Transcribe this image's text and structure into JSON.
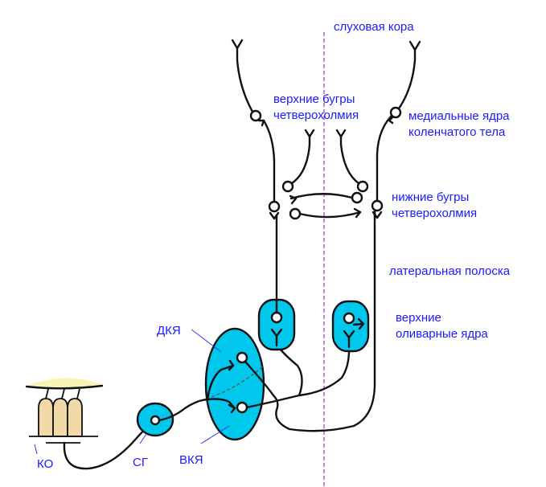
{
  "diagram": {
    "title": "Схема слухового пути",
    "colors": {
      "label": "#1a1aff",
      "nucleus_fill": "#00c8ec",
      "midline": "#b040d0",
      "tectorial_membrane": "#fbf2b8",
      "hair_cells": "#f2d9a8",
      "nerve": "#111111"
    },
    "labels": {
      "auditory_cortex": "слуховая кора",
      "superior_colliculi_1": "верхние бугры",
      "superior_colliculi_2": "четверохолмия",
      "medial_geniculate_1": "медиальные ядра",
      "medial_geniculate_2": "коленчатого тела",
      "inferior_colliculi_1": "нижние бугры",
      "inferior_colliculi_2": "четверохолмия",
      "lateral_lemniscus": "латеральная полоска",
      "superior_olive_1": "верхние",
      "superior_olive_2": "оливарные ядра",
      "dorsal_cochlear_nucleus": "ДКЯ",
      "ventral_cochlear_nucleus": "ВКЯ",
      "spiral_ganglion": "СГ",
      "organ_of_corti": "КО"
    }
  }
}
